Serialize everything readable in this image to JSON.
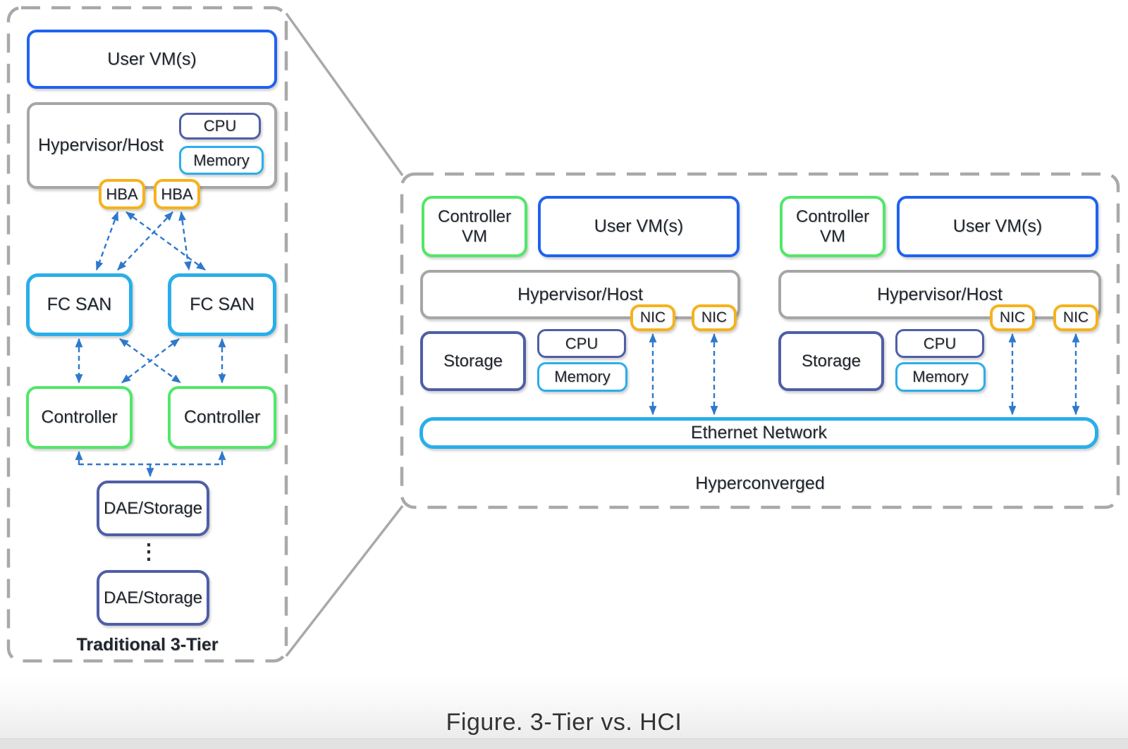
{
  "caption": "Figure. 3-Tier vs. HCI",
  "left": {
    "title": "Traditional 3-Tier",
    "user_vm": "User VM(s)",
    "hypervisor": "Hypervisor/Host",
    "cpu": "CPU",
    "memory": "Memory",
    "hba": [
      "HBA",
      "HBA"
    ],
    "fc_san": [
      "FC SAN",
      "FC SAN"
    ],
    "controllers": [
      "Controller",
      "Controller"
    ],
    "dae": [
      "DAE/Storage",
      "DAE/Storage"
    ],
    "ellipsis": "⋮"
  },
  "right": {
    "title": "Hyperconverged",
    "ethernet": "Ethernet Network",
    "nodes": [
      {
        "controller_vm": "Controller VM",
        "user_vm": "User VM(s)",
        "hypervisor": "Hypervisor/Host",
        "nics": [
          "NIC",
          "NIC"
        ],
        "storage": "Storage",
        "cpu": "CPU",
        "memory": "Memory"
      },
      {
        "controller_vm": "Controller VM",
        "user_vm": "User VM(s)",
        "hypervisor": "Hypervisor/Host",
        "nics": [
          "NIC",
          "NIC"
        ],
        "storage": "Storage",
        "cpu": "CPU",
        "memory": "Memory"
      }
    ]
  },
  "theme": {
    "blue": "#1f63ee",
    "cyan": "#29aeea",
    "navy": "#4f5ea6",
    "green": "#51e767",
    "orange": "#f6b21b",
    "gray": "#a6a6a6",
    "gray2": "#a9a9a9",
    "arrow": "#2e78cc",
    "text": "#20262e",
    "caption-color": "#333333"
  }
}
